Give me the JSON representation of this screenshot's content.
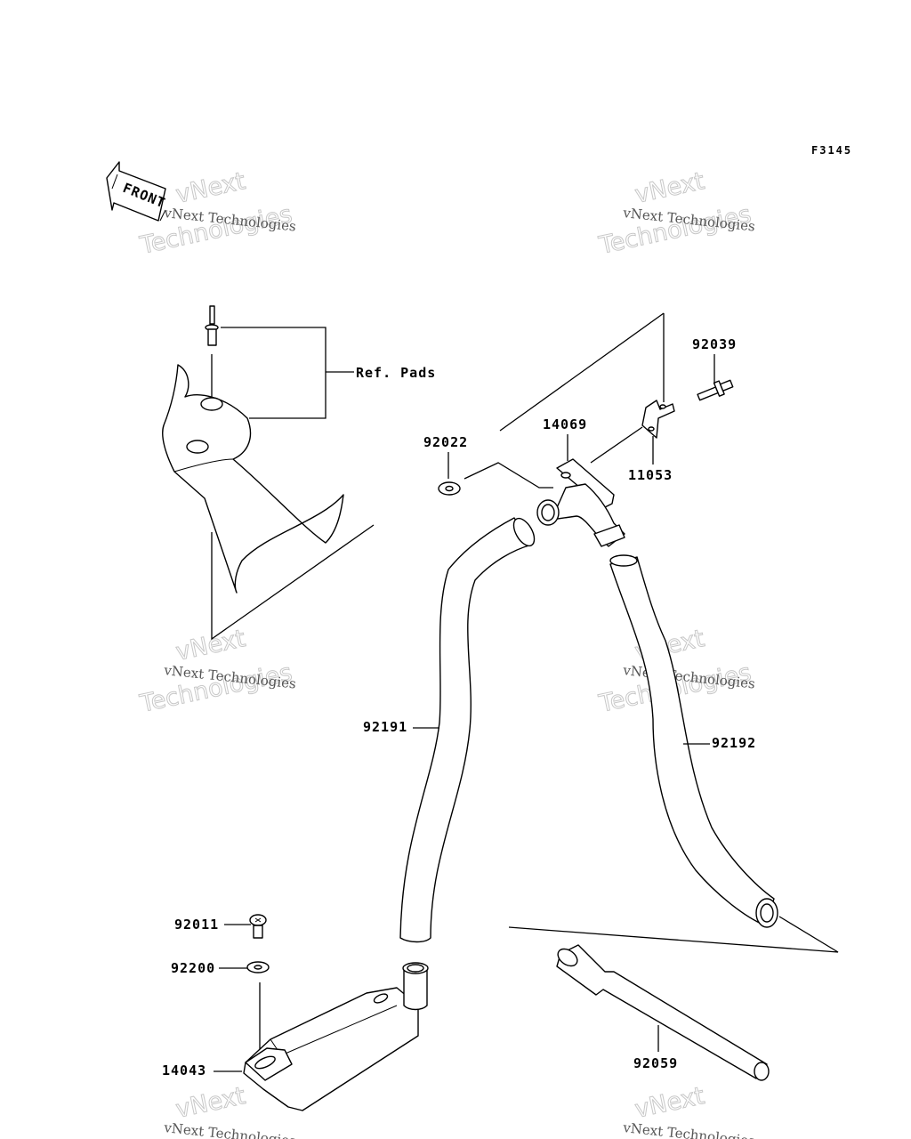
{
  "figure_code": "F3145",
  "front_label": "FRONT",
  "ref_label": "Ref. Pads",
  "watermark": {
    "small": "vNext Technologies",
    "big_top": "vNext",
    "big_bottom": "Technologies"
  },
  "parts": {
    "p92039": "92039",
    "p14069": "14069",
    "p92022": "92022",
    "p11053": "11053",
    "p92191": "92191",
    "p92192": "92192",
    "p92011": "92011",
    "p92200": "92200",
    "p14043": "14043",
    "p92059": "92059"
  }
}
